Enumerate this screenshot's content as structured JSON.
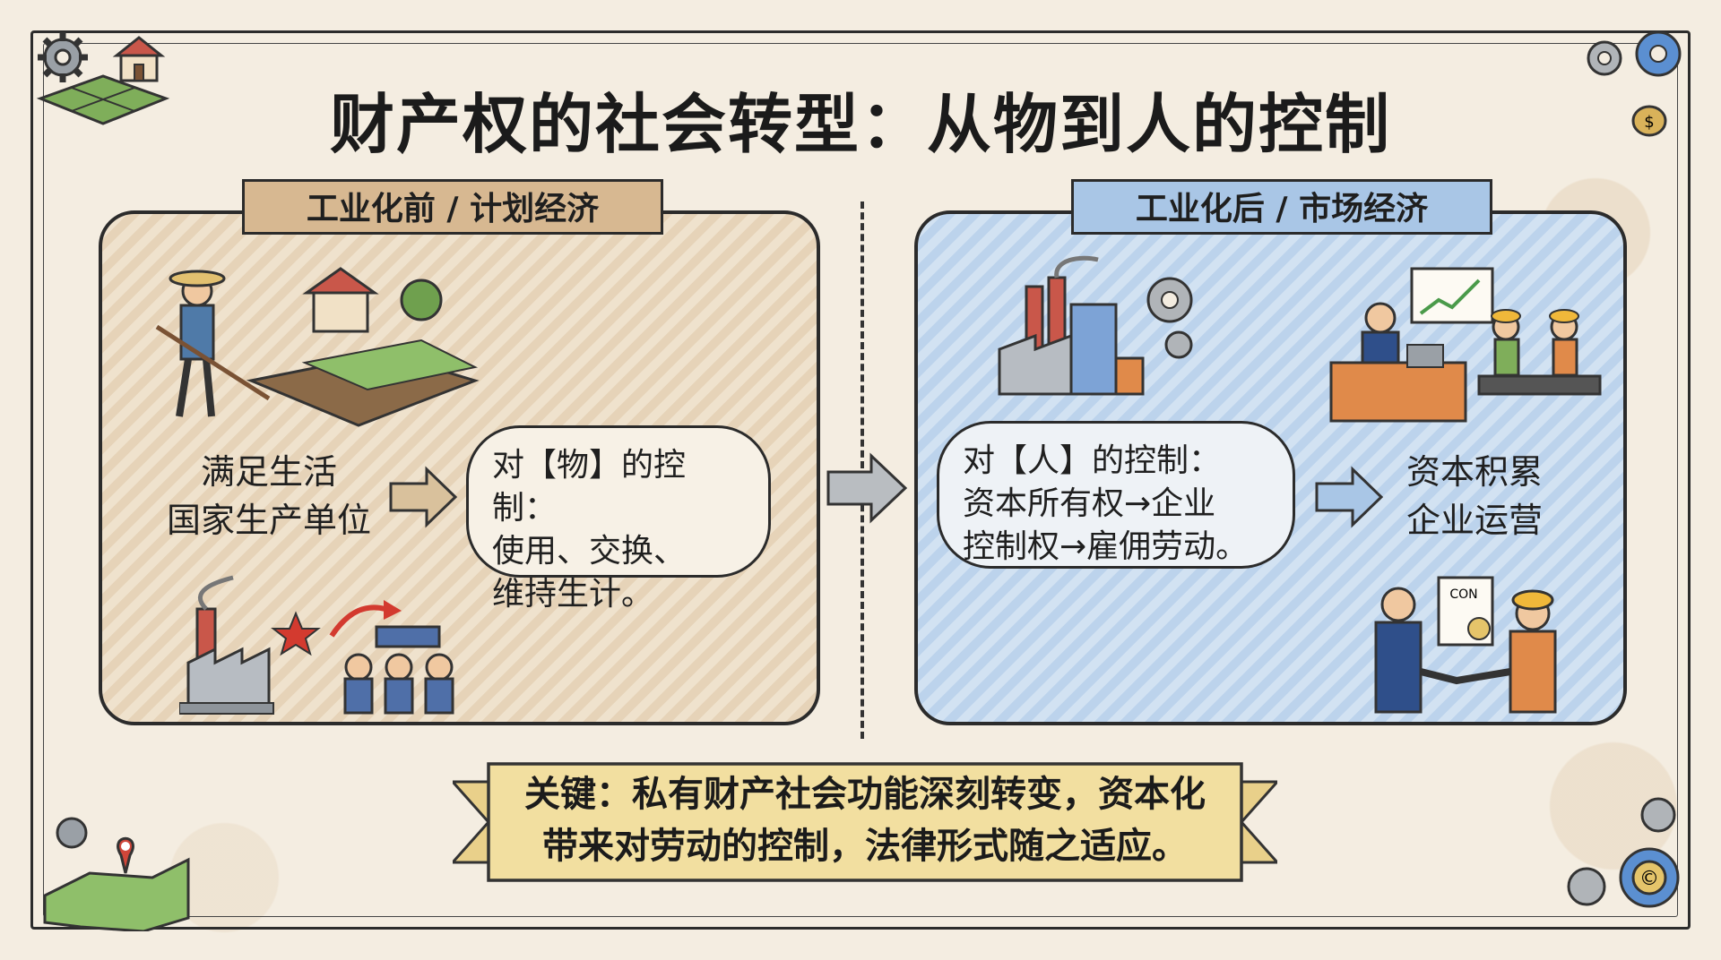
{
  "title": "财产权的社会转型：从物到人的控制",
  "left_panel": {
    "tag": "工业化前 / 计划经济",
    "purpose_line1": "满足生活",
    "purpose_line2": "国家生产单位",
    "bubble_line1": "对【物】的控制：",
    "bubble_line2": "使用、交换、",
    "bubble_line3": "维持生计。"
  },
  "right_panel": {
    "tag": "工业化后 / 市场经济",
    "bubble_line1": "对【人】的控制：",
    "bubble_line2": "资本所有权→企业",
    "bubble_line3": "控制权→雇佣劳动。",
    "outcome_line1": "资本积累",
    "outcome_line2": "企业运营",
    "contract_label": "CON"
  },
  "key_ribbon": {
    "line1": "关键：私有财产社会功能深刻转变，资本化",
    "line2": "带来对劳动的控制，法律形式随之适应。"
  },
  "colors": {
    "left_panel": "#e6d3b8",
    "right_panel": "#bcd3ec",
    "left_tag": "#d7b891",
    "right_tag": "#a9c6e6",
    "ribbon": "#f2dfa0"
  }
}
